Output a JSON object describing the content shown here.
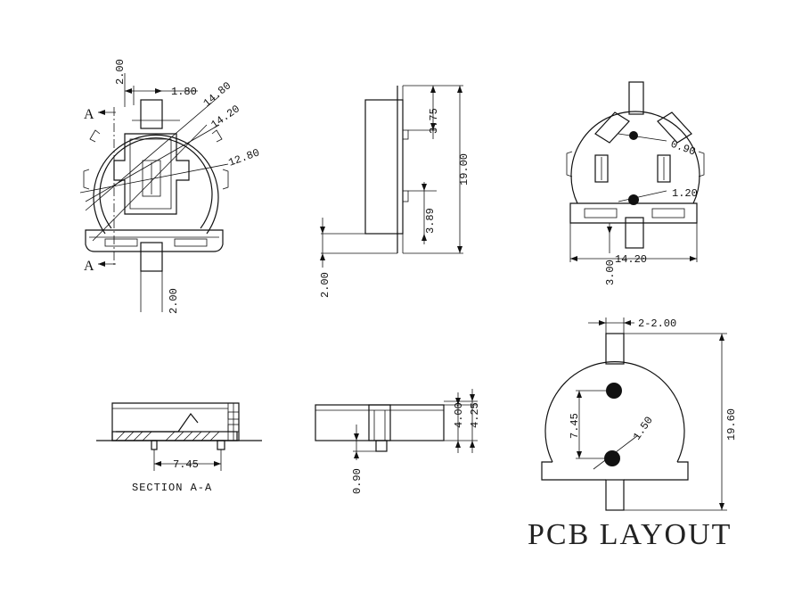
{
  "top_left_view": {
    "dims": [
      "2.00",
      "1.80",
      "14.80",
      "14.20",
      "12.80",
      "2.00"
    ],
    "section_marks": [
      "A",
      "A"
    ]
  },
  "side_view": {
    "dims": [
      "3.75",
      "19.00",
      "3.89",
      "2.00"
    ]
  },
  "top_right_view": {
    "dims": [
      "0.90",
      "1.20",
      "14.20",
      "3.00"
    ]
  },
  "section_view": {
    "dims": [
      "7.45"
    ],
    "caption": "SECTION  A-A"
  },
  "front_view": {
    "dims": [
      "4.00",
      "4.25",
      "0.90"
    ]
  },
  "pcb_view": {
    "dims": [
      "2-2.00",
      "7.45",
      "1.50",
      "19.60"
    ],
    "title": "PCB LAYOUT"
  }
}
